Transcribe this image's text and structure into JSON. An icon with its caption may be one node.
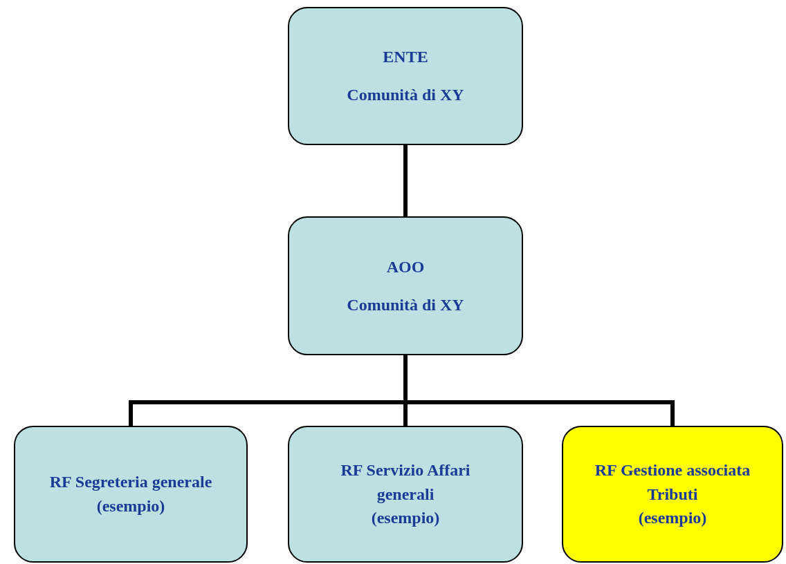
{
  "diagram": {
    "nodes": [
      {
        "text": [
          "ENTE",
          "Comunità di XY"
        ]
      },
      {
        "text": [
          "AOO",
          "Comunità di XY"
        ]
      },
      {
        "text": [
          "RF Segreteria generale",
          "(esempio)"
        ]
      },
      {
        "text": [
          "RF Servizio Affari generali",
          "(esempio)"
        ]
      },
      {
        "text": [
          "RF Gestione associata Tributi",
          "(esempio)"
        ]
      }
    ],
    "edges": [
      {
        "from": 0,
        "to": 1,
        "arrow": "none"
      },
      {
        "from": 1,
        "to": 2,
        "arrow": "none"
      },
      {
        "from": 1,
        "to": 3,
        "arrow": "none"
      },
      {
        "from": 1,
        "to": 4,
        "arrow": "none"
      }
    ]
  }
}
